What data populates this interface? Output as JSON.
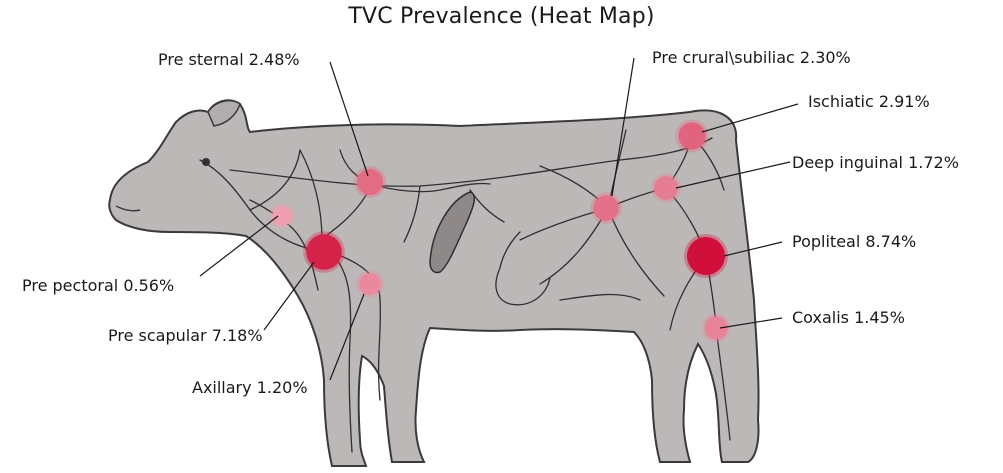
{
  "title": "TVC Prevalence (Heat Map)",
  "colors": {
    "body_fill": "#bdb8b8",
    "body_outline": "#3a3a3a",
    "vessel": "#2f2f2f",
    "low": "#f6c6cf",
    "high": "#d0103a"
  },
  "lymph_nodes": [
    {
      "name": "Pre sternal",
      "value": "2.48%",
      "prevalence": 2.48
    },
    {
      "name": "Pre crural\\subiliac",
      "value": "2.30%",
      "prevalence": 2.3
    },
    {
      "name": "Ischiatic",
      "value": "2.91%",
      "prevalence": 2.91
    },
    {
      "name": "Deep inguinal",
      "value": "1.72%",
      "prevalence": 1.72
    },
    {
      "name": "Popliteal",
      "value": "8.74%",
      "prevalence": 8.74
    },
    {
      "name": "Coxalis",
      "value": "1.45%",
      "prevalence": 1.45
    },
    {
      "name": "Pre pectoral",
      "value": "0.56%",
      "prevalence": 0.56
    },
    {
      "name": "Pre scapular",
      "value": "7.18%",
      "prevalence": 7.18
    },
    {
      "name": "Axillary",
      "value": "1.20%",
      "prevalence": 1.2
    }
  ]
}
